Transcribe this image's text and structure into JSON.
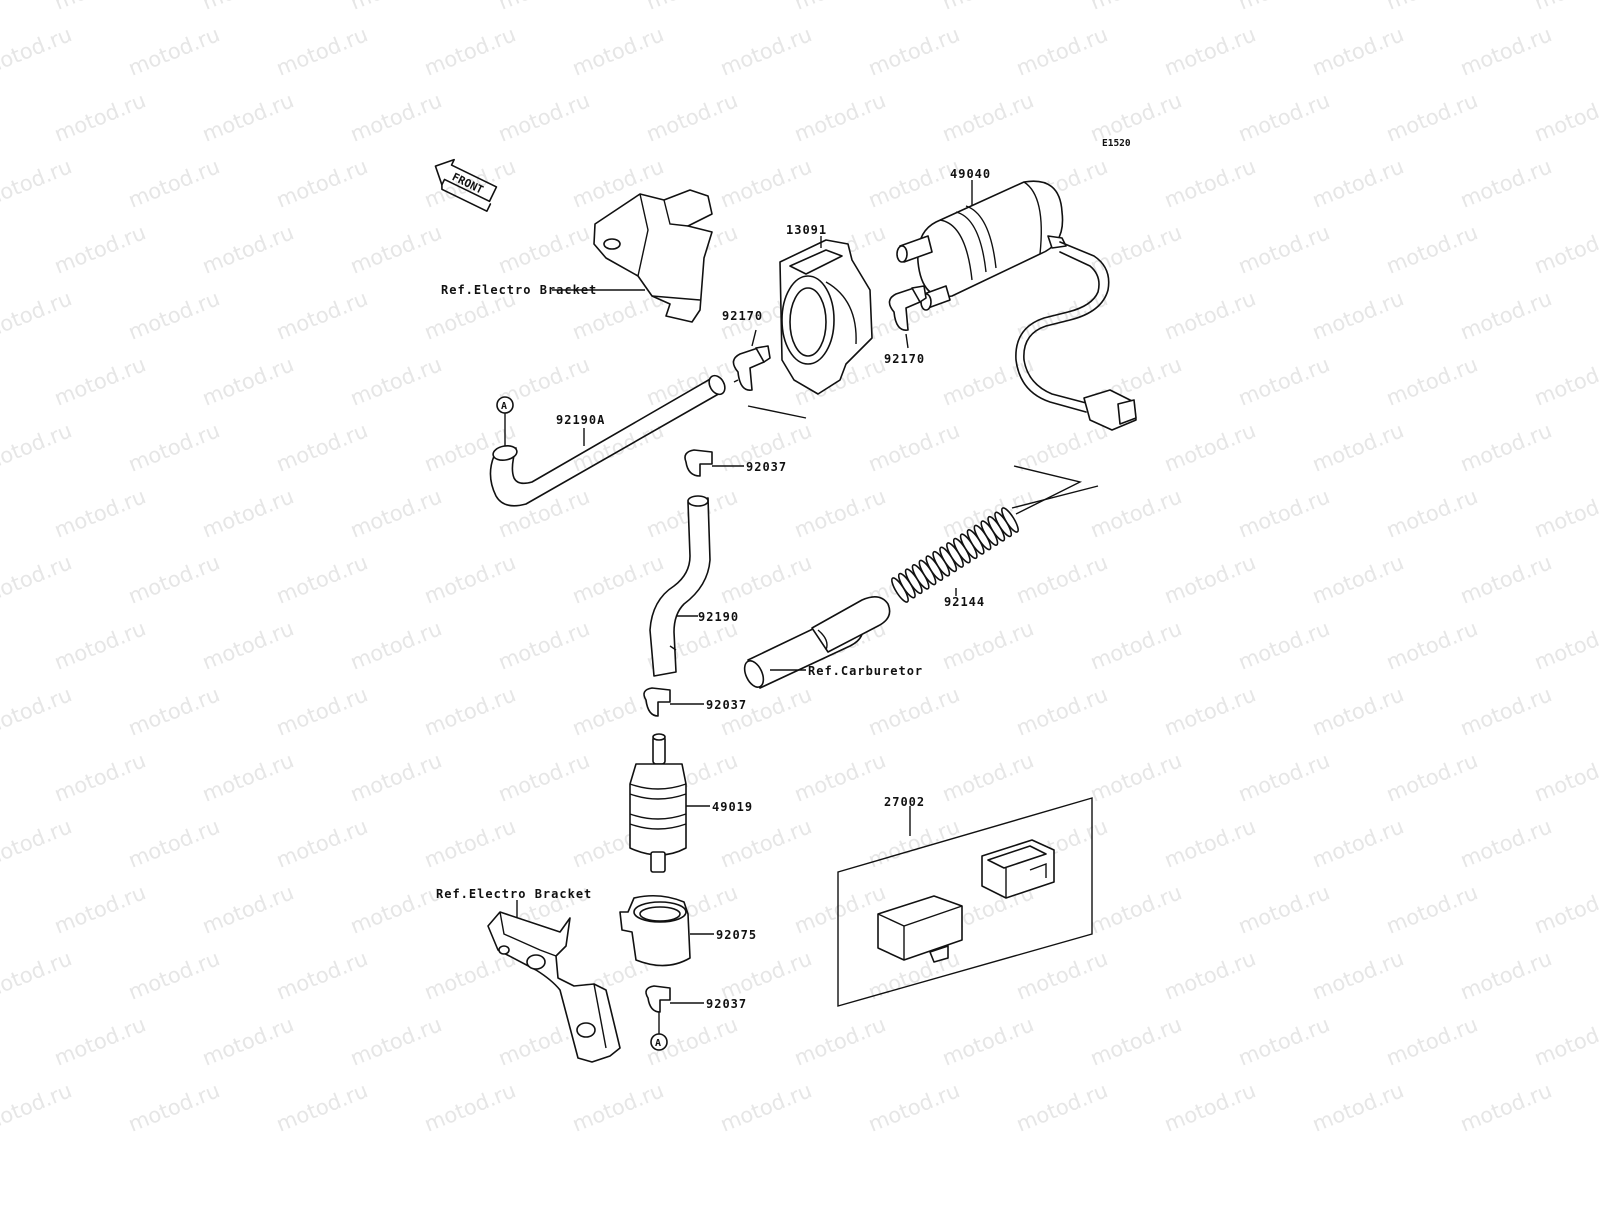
{
  "diagram": {
    "code": "E1520",
    "front_label": "FRONT",
    "watermark": "motod.ru",
    "circle_ref": "A",
    "parts": {
      "fuel_pump": "49040",
      "pump_holder": "13091",
      "clamp_left": "92170",
      "clamp_right": "92170",
      "hose_a": "92190A",
      "hose": "92190",
      "clip_top": "92037",
      "clip_mid": "92037",
      "clip_bottom": "92037",
      "spring": "92144",
      "fuel_filter": "49019",
      "filter_holder": "92075",
      "relay_kit": "27002"
    },
    "refs": {
      "bracket_top": "Ref.Electro Bracket",
      "bracket_bottom": "Ref.Electro Bracket",
      "carburetor": "Ref.Carburetor"
    }
  }
}
